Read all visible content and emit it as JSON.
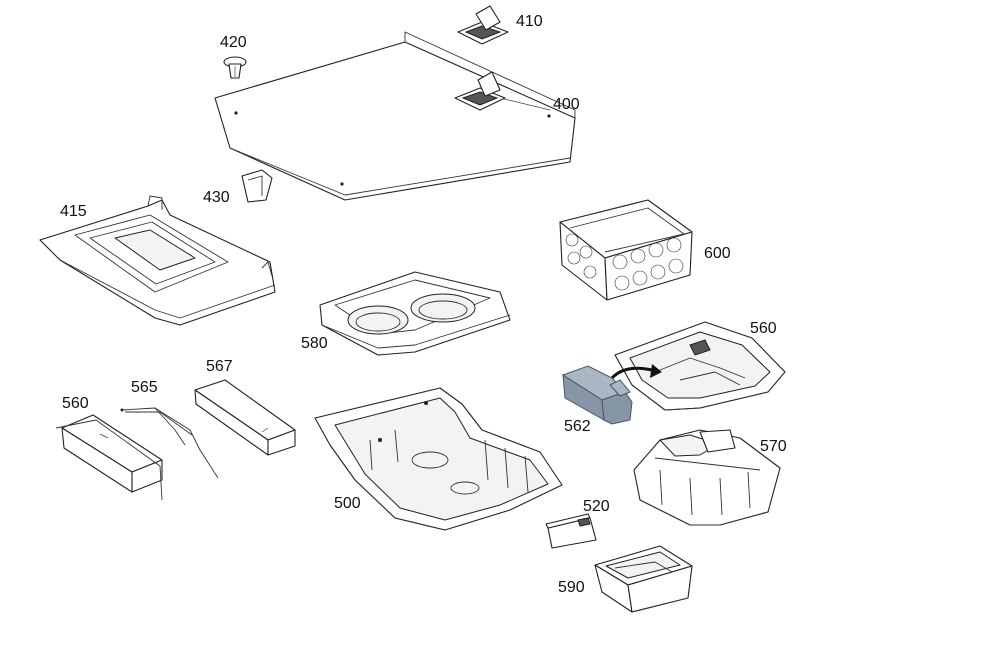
{
  "diagram": {
    "callouts": {
      "p410": "410",
      "p420": "420",
      "p400": "400",
      "p430": "430",
      "p415": "415",
      "p600": "600",
      "p580": "580",
      "p560a": "560",
      "p567": "567",
      "p565": "565",
      "p560b": "560",
      "p562": "562",
      "p500": "500",
      "p570": "570",
      "p520": "520",
      "p590": "590"
    },
    "colors": {
      "line": "#222222",
      "background": "#ffffff",
      "highlight_part": "#a9b6c4"
    }
  }
}
